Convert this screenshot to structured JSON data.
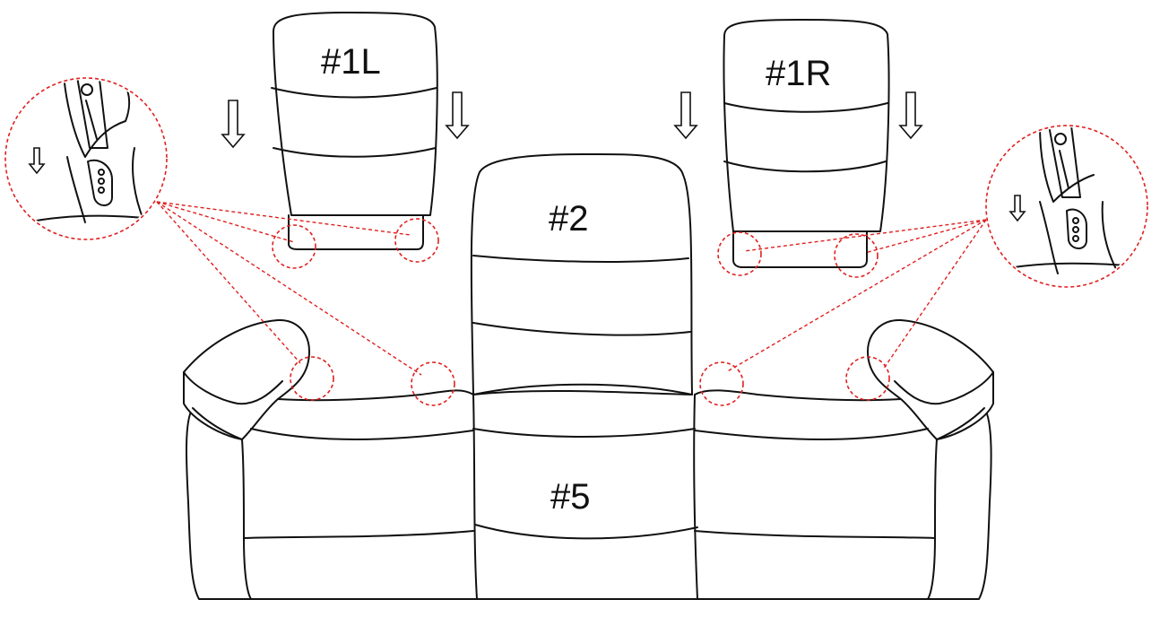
{
  "labels": {
    "back_left": "#1L",
    "back_right": "#1R",
    "center_back": "#2",
    "base": "#5"
  },
  "colors": {
    "line": "#111111",
    "callout": "#e02020",
    "background": "#ffffff"
  },
  "icons": [
    "down-arrow-icon",
    "magnifier-detail-icon",
    "connector-bracket-icon"
  ]
}
